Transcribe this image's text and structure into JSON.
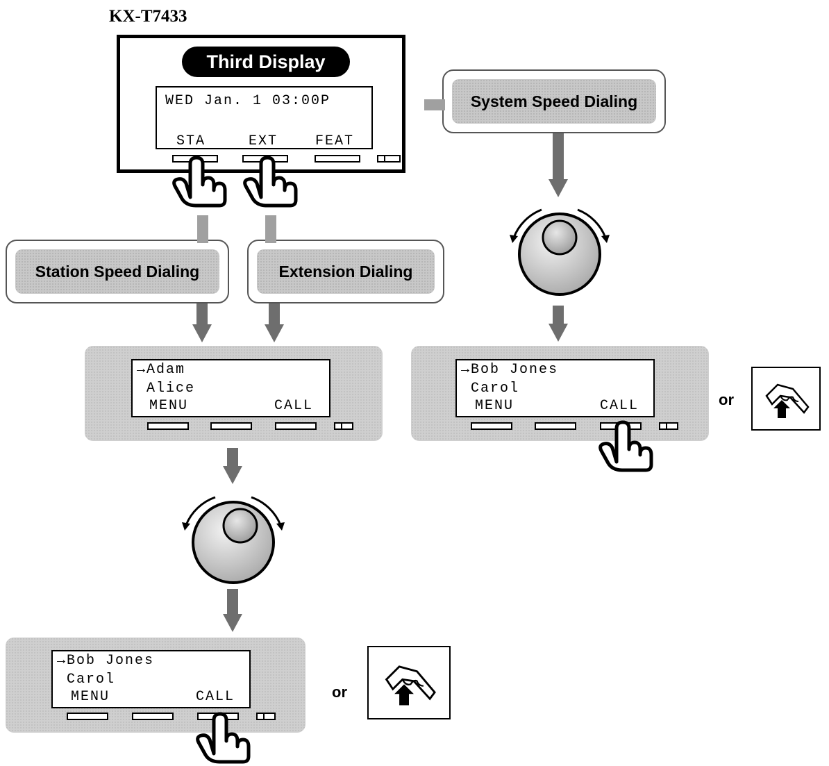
{
  "title": "KX-T7433",
  "third_display": {
    "badge": "Third Display",
    "line1": "WED Jan. 1 03:00P",
    "softkeys": [
      "STA",
      "EXT",
      "FEAT"
    ]
  },
  "labels": {
    "station_speed": "Station Speed Dialing",
    "extension": "Extension Dialing",
    "system_speed": "System Speed Dialing"
  },
  "directory_display_1": {
    "line1": "→Adam",
    "line2": " Alice",
    "left_key": "MENU",
    "right_key": "CALL"
  },
  "directory_display_2": {
    "line1": "→Bob Jones",
    "line2": " Carol",
    "left_key": "MENU",
    "right_key": "CALL"
  },
  "directory_display_3": {
    "line1": "→Bob Jones",
    "line2": " Carol",
    "left_key": "MENU",
    "right_key": "CALL"
  },
  "or_text": "or",
  "icons": {
    "jog_dial": "jog-dial-icon",
    "press_hand": "finger-press-icon",
    "off_hook": "handset-off-hook-icon",
    "arrow": "down-arrow-icon"
  },
  "colors": {
    "panel_gray": "#cfcfcf",
    "arrow_gray": "#6e6e6e"
  }
}
